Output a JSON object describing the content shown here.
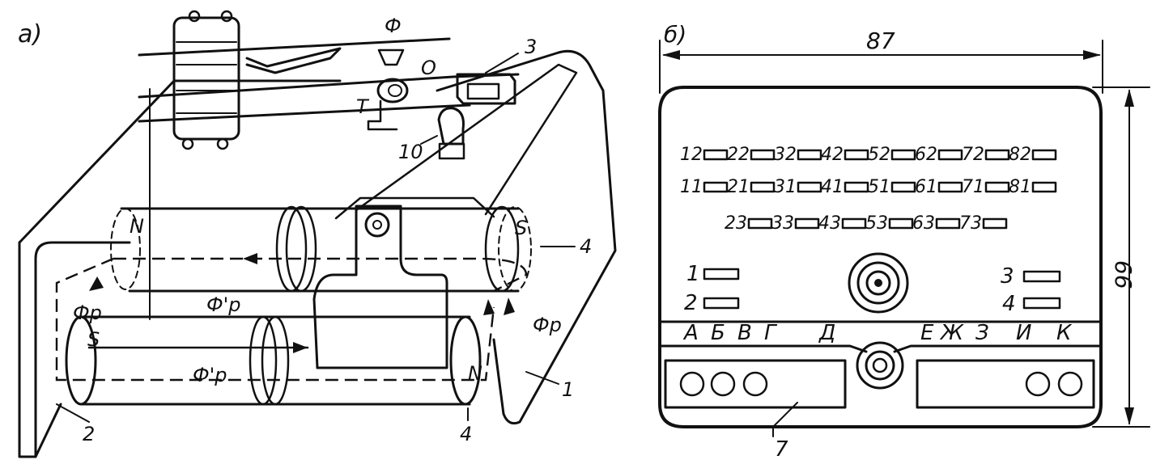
{
  "figure_a": {
    "panel_label": "а)",
    "labels": {
      "phi_top": "Ф",
      "o": "О",
      "t": "Т",
      "n_top": "N",
      "s_top": "S",
      "s_bottom": "S",
      "n_bottom": "N",
      "phi_p_left": "Фр",
      "phi_p_right": "Фр",
      "phi_p_prime_top": "Ф'р",
      "phi_p_prime_bottom": "Ф'р",
      "ref_1": "1",
      "ref_2": "2",
      "ref_3": "3",
      "ref_4_right": "4",
      "ref_4_bottom": "4",
      "ref_10": "10"
    }
  },
  "figure_b": {
    "panel_label": "б)",
    "width_dim": "87",
    "height_dim": "66",
    "rows": [
      [
        "12",
        "22",
        "32",
        "42",
        "52",
        "62",
        "72",
        "82"
      ],
      [
        "11",
        "21",
        "31",
        "41",
        "51",
        "61",
        "71",
        "81"
      ],
      [
        "23",
        "33",
        "43",
        "53",
        "63",
        "73"
      ]
    ],
    "left_keys": [
      "1",
      "2"
    ],
    "right_keys": [
      "3",
      "4"
    ],
    "letters_left": [
      "А",
      "Б",
      "В",
      "Г",
      "Д"
    ],
    "letters_right": [
      "Е",
      "Ж",
      "З",
      "И",
      "К"
    ],
    "ref_7": "7"
  }
}
